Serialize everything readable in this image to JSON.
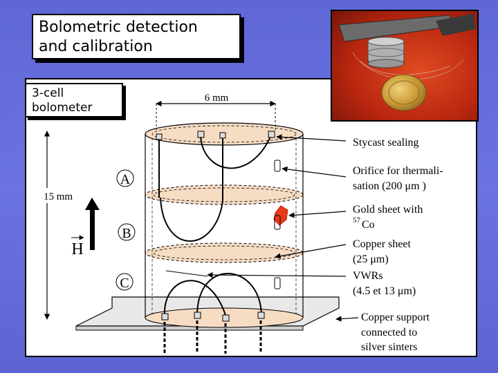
{
  "title": {
    "line1": "Bolometric detection",
    "line2": "and calibration"
  },
  "panel_label": {
    "line1": "3-cell",
    "line2": "bolometer"
  },
  "dimensions": {
    "width": "6 mm",
    "height": "15 mm"
  },
  "field_label": "H",
  "cells": {
    "a": "A",
    "b": "B",
    "c": "C"
  },
  "annotations": {
    "stycast": "Stycast sealing",
    "orifice_line1": "Orifice for thermali-",
    "orifice_line2": "sation (200 μm )",
    "gold_line1": "Gold sheet with",
    "gold_sup": "57",
    "gold_line2": "Co",
    "copper_sheet_line1": "Copper sheet",
    "copper_sheet_line2": "(25 μm)",
    "vwrs_line1": "VWRs",
    "vwrs_line2": "(4.5 et 13 μm)",
    "support_line1": "Copper support",
    "support_line2": "connected to",
    "support_line3": "silver sinters"
  },
  "colors": {
    "background": "#6a73e0",
    "disc": "#f7dcc4",
    "gold_sheet": "#e83a1a",
    "photo_bg": "#b52210"
  }
}
